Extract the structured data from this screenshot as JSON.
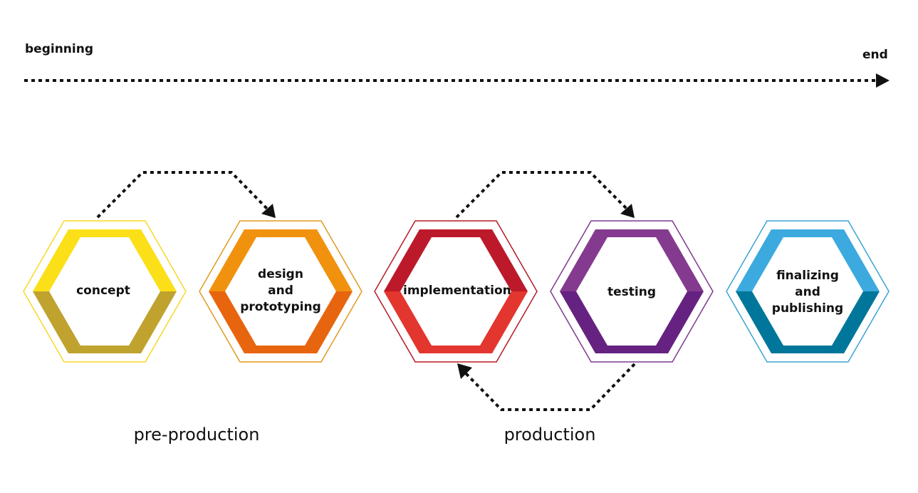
{
  "timeline": {
    "start_label": "beginning",
    "end_label": "end"
  },
  "stages": [
    {
      "label": "concept",
      "outline": "#f7d927",
      "top": "#fbe019",
      "bottom": "#c0a22f"
    },
    {
      "label": "design\nand\nprototyping",
      "outline": "#e09a1d",
      "top": "#f1920e",
      "bottom": "#e8650f"
    },
    {
      "label": "implementation",
      "outline": "#b51a25",
      "top": "#bc1a2a",
      "bottom": "#e3362e"
    },
    {
      "label": "testing",
      "outline": "#7d3a8c",
      "top": "#843a8e",
      "bottom": "#662280"
    },
    {
      "label": "finalizing\nand\npublishing",
      "outline": "#3aa3d4",
      "top": "#3caadf",
      "bottom": "#00779a"
    }
  ],
  "phases": {
    "pre_production": "pre-production",
    "production": "production"
  }
}
